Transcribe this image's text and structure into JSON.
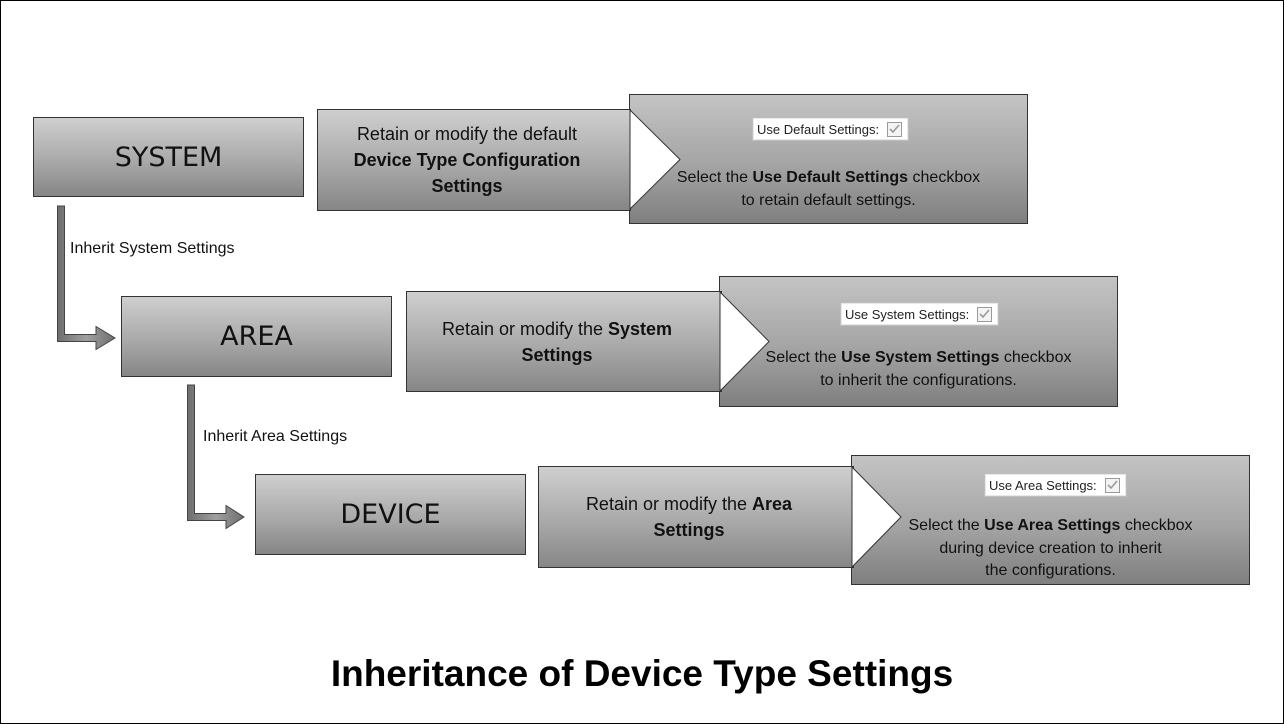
{
  "title": "Inheritance of Device Type Settings",
  "levels": {
    "system": "SYSTEM",
    "area": "AREA",
    "device": "DEVICE"
  },
  "inherit_labels": {
    "system": "Inherit System Settings",
    "area": "Inherit Area Settings"
  },
  "rows": [
    {
      "retain": {
        "line1_plain": "Retain or modify the default",
        "bold": "Device Type Configuration Settings",
        "bold_line1": "Device Type Configuration",
        "bold_line2": "Settings"
      },
      "checkbox_label": "Use Default Settings:",
      "select_pre": "Select the ",
      "select_bold": "Use Default Settings",
      "select_post": " checkbox",
      "select_line2": "to retain default settings.",
      "select_line3": ""
    },
    {
      "retain": {
        "line1_plain": "Retain or modify the ",
        "bold_inline": "System",
        "bold_line2": "Settings"
      },
      "checkbox_label": "Use System Settings:",
      "select_pre": "Select the ",
      "select_bold": "Use System Settings",
      "select_post": " checkbox",
      "select_line2": "to inherit the configurations.",
      "select_line3": ""
    },
    {
      "retain": {
        "line1_plain": "Retain or modify the ",
        "bold_inline": "Area",
        "bold_line2": "Settings"
      },
      "checkbox_label": "Use Area Settings:",
      "select_pre": "Select the ",
      "select_bold": "Use Area Settings",
      "select_post": " checkbox",
      "select_line2": "during device creation to inherit",
      "select_line3": "the configurations."
    }
  ],
  "colors": {
    "box_light": "#cfcfcf",
    "box_dark": "#868686",
    "outline": "#333333",
    "arrow_fill": "#8c8c8c"
  }
}
